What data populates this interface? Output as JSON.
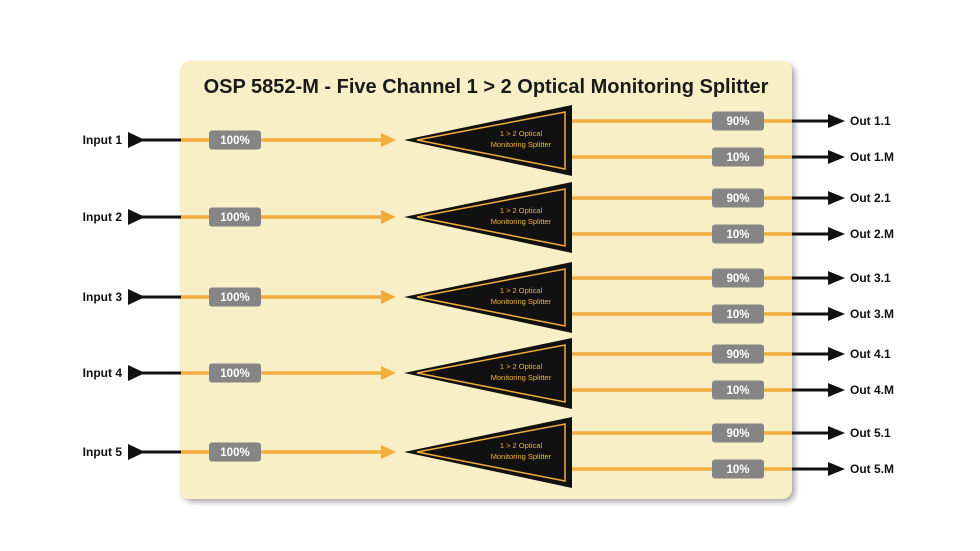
{
  "title": "OSP 5852-M - Five Channel 1 > 2 Optical Monitoring Splitter",
  "splitter_label_line1": "1 > 2 Optical",
  "splitter_label_line2": "Monitoring Splitter",
  "colors": {
    "panel_fill": "#f8efc6",
    "fiber": "#f2ad3c",
    "badge": "#858585",
    "splitter_fill": "#111111",
    "splitter_outline": "#f2ad3c",
    "arrow": "#111111"
  },
  "channels": [
    {
      "input": "Input 1",
      "in_pct": "100%",
      "out_main_pct": "90%",
      "out_main": "Out 1.1",
      "out_mon_pct": "10%",
      "out_mon": "Out 1.M"
    },
    {
      "input": "Input 2",
      "in_pct": "100%",
      "out_main_pct": "90%",
      "out_main": "Out 2.1",
      "out_mon_pct": "10%",
      "out_mon": "Out 2.M"
    },
    {
      "input": "Input 3",
      "in_pct": "100%",
      "out_main_pct": "90%",
      "out_main": "Out 3.1",
      "out_mon_pct": "10%",
      "out_mon": "Out 3.M"
    },
    {
      "input": "Input 4",
      "in_pct": "100%",
      "out_main_pct": "90%",
      "out_main": "Out 4.1",
      "out_mon_pct": "10%",
      "out_mon": "Out 4.M"
    },
    {
      "input": "Input 5",
      "in_pct": "100%",
      "out_main_pct": "90%",
      "out_main": "Out 5.1",
      "out_mon_pct": "10%",
      "out_mon": "Out 5.M"
    }
  ]
}
